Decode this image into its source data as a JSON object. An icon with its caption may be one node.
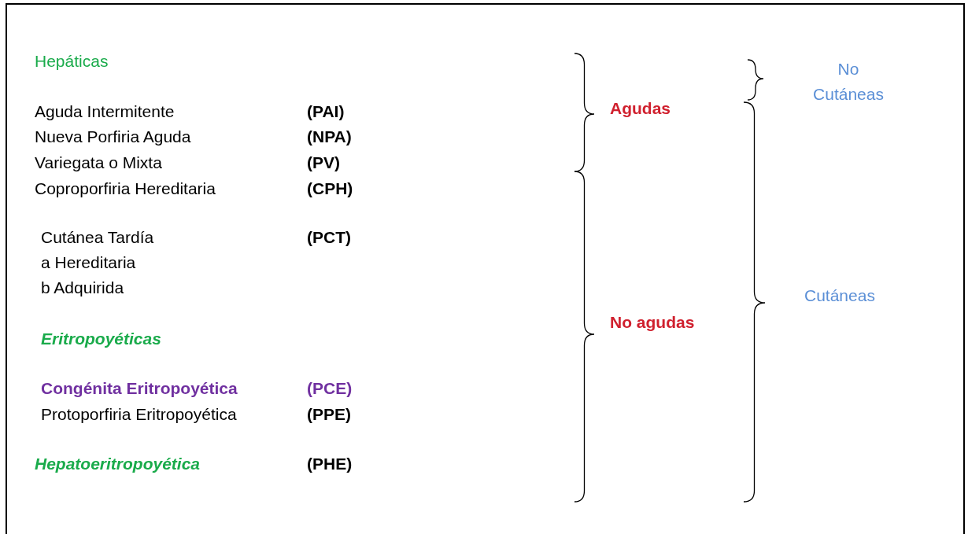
{
  "diagram": {
    "labels": [
      "Hepáticas",
      "No Cutáneas",
      "Aguda Intermitente",
      "(PAI)",
      "Agudas",
      "Nueva Porfiria Aguda",
      "(NPA)",
      "Variegata o Mixta",
      "(PV)",
      "Coproporfiria Hereditaria",
      "(CPH)",
      "Cutánea Tardía",
      "(PCT)",
      "a Hereditaria",
      "b Adquirida",
      "Cutáneas",
      "No agudas",
      "Eritropoyéticas",
      "Congénita Eritropoyética",
      "(PCE)",
      "Protoporfiria Eritropoyética",
      "(PPE)",
      "Hepatoeritropoyética",
      "(PHE)"
    ]
  }
}
